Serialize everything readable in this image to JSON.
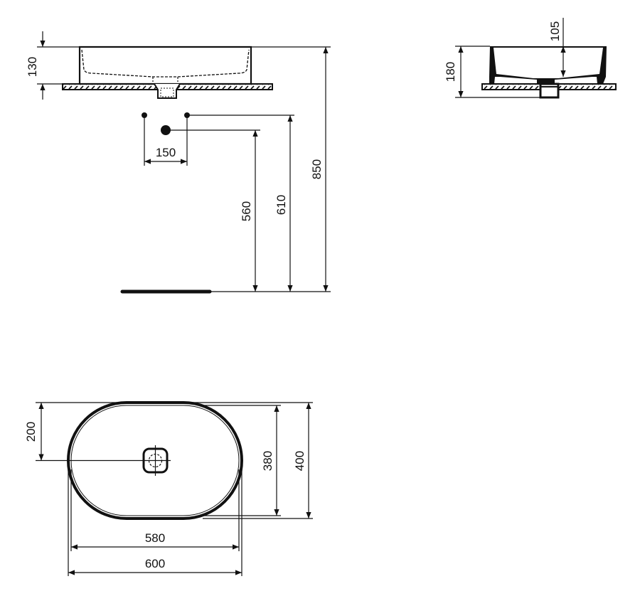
{
  "drawing": {
    "type": "technical-drawing",
    "subject": "oval countertop washbasin",
    "units": "mm",
    "views": {
      "front_elevation": {
        "dimensions": {
          "basin_height": "130",
          "tap_spacing": "150",
          "waste_height": "560",
          "tap_height": "610",
          "top_height": "850"
        }
      },
      "side_section": {
        "dimensions": {
          "overall_height": "180",
          "bowl_depth": "105"
        }
      },
      "plan_view": {
        "dimensions": {
          "center_offset": "200",
          "inner_depth": "380",
          "outer_depth": "400",
          "inner_width": "580",
          "outer_width": "600"
        }
      }
    }
  }
}
